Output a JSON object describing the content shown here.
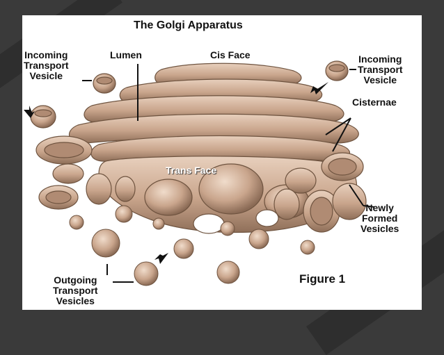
{
  "title": "The Golgi Apparatus",
  "labels": {
    "incoming_left": [
      "Incoming",
      "Transport",
      "Vesicle"
    ],
    "lumen": "Lumen",
    "cis_face": "Cis Face",
    "incoming_right": [
      "Incoming",
      "Transport",
      "Vesicle"
    ],
    "cisternae": "Cisternae",
    "trans_face": "Trans Face",
    "newly_formed": [
      "Newly",
      "Formed",
      "Vesicles"
    ],
    "outgoing": [
      "Outgoing",
      "Transport",
      "Vesicles"
    ],
    "figure": "Figure 1"
  },
  "colors": {
    "membrane": "#c9a58c",
    "membrane_dark": "#8a6a55",
    "membrane_light": "#e6cdb9",
    "background": "#ffffff",
    "frame": "#3a3a3a"
  }
}
